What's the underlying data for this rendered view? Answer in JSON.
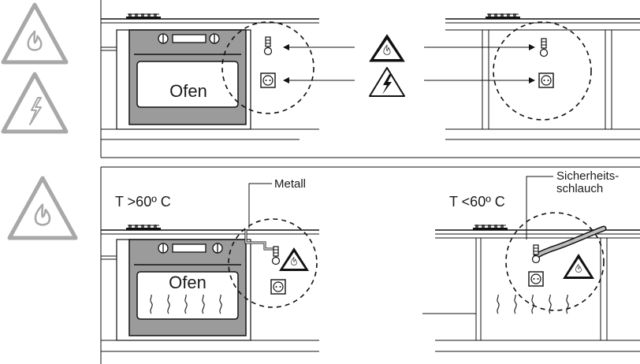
{
  "top": {
    "oven_label": "Ofen"
  },
  "bottom": {
    "left_temperature": "T >60º C",
    "left_callout": "Metall",
    "oven_label": "Ofen",
    "right_temperature": "T <60º C",
    "right_callout_line1": "Sicherheits-",
    "right_callout_line2": "schlauch"
  },
  "icons": {
    "gas_warning": "flame-warning-icon",
    "electric_warning": "electric-warning-icon",
    "gas_valve": "gas-valve-icon",
    "socket": "power-socket-icon"
  },
  "colors": {
    "line": "#1a1a1a",
    "oven_body": "#9b9b9b",
    "oven_inner": "#ffffff",
    "icon_gray": "#a8a8a8",
    "bar_gray": "#cfcfcf"
  }
}
